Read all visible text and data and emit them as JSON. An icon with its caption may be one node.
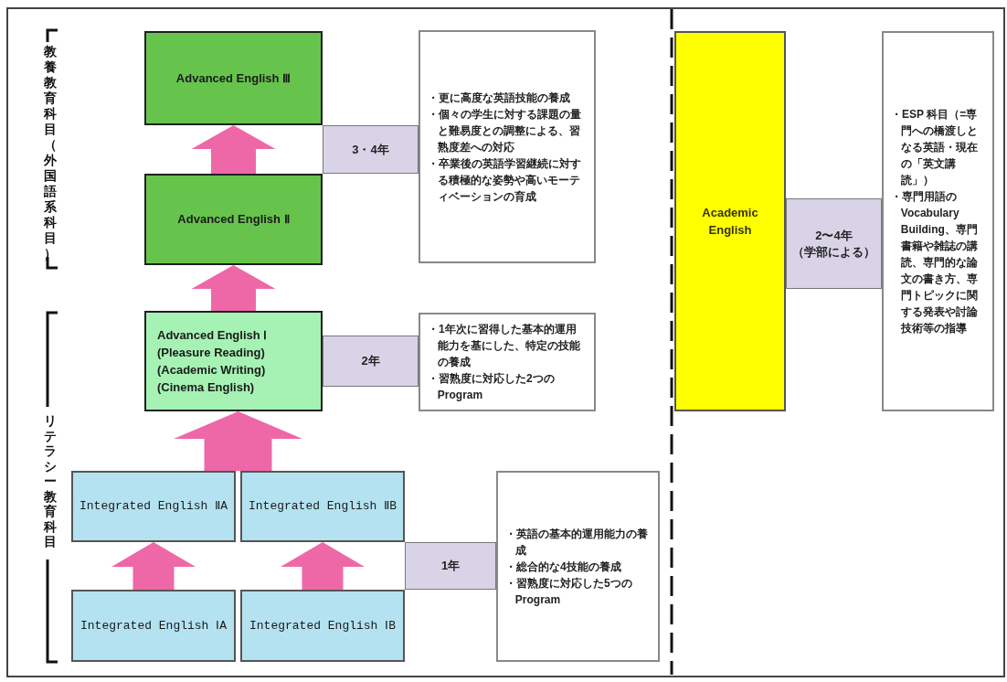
{
  "diagram": {
    "nodes": [
      {
        "text": [
          "Advanced English Ⅲ"
        ]
      },
      {
        "text": [
          "Advanced English Ⅱ"
        ]
      },
      {
        "text": [
          "Advanced English Ⅰ",
          "(Pleasure Reading)",
          "(Academic Writing)",
          "(Cinema English)"
        ]
      },
      {
        "text": [
          "Integrated English ⅡA"
        ]
      },
      {
        "text": [
          "Integrated English ⅡB"
        ]
      },
      {
        "text": [
          "Integrated English ⅠA"
        ]
      },
      {
        "text": [
          "Integrated English ⅠB"
        ]
      },
      {
        "text": [
          "3・4年"
        ]
      },
      {
        "text": [
          "2年"
        ]
      },
      {
        "text": [
          "1年"
        ]
      },
      {
        "text": [
          "・更に高度な英語技能の養成",
          "・個々の学生に対する課題の量と難易度との調整による、習熟度差への対応",
          "・卒業後の英語学習継続に対する積極的な姿勢や高いモーティベーションの育成"
        ]
      },
      {
        "text": [
          "・1年次に習得した基本的運用能力を基にした、特定の技能の養成",
          "・習熟度に対応した2つのProgram"
        ]
      },
      {
        "text": [
          "・英語の基本的運用能力の養成",
          "・総合的な4技能の養成",
          "・習熟度に対応した5つの Program"
        ]
      },
      {
        "text": [
          "Academic English"
        ]
      },
      {
        "text": [
          "2〜4年",
          "（学部による）"
        ]
      },
      {
        "text": [
          "・ESP 科目（=専門への橋渡しとなる英語・現在の「英文講読」）",
          "・専門用語の Vocabulary Building、専門書籍や雑誌の講読、専門的な論文の書き方、専門トピックに関する発表や討論技術等の指導"
        ]
      }
    ],
    "edges": [
      {
        "from": 1,
        "to": 0,
        "arrow": "to"
      },
      {
        "from": 2,
        "to": 1,
        "arrow": "to"
      },
      {
        "from": 3,
        "to": 2,
        "arrow": "to"
      },
      {
        "from": 4,
        "to": 2,
        "arrow": "to"
      },
      {
        "from": 5,
        "to": 3,
        "arrow": "to"
      },
      {
        "from": 6,
        "to": 4,
        "arrow": "to"
      }
    ],
    "labels": [
      "教養教育科目（外国語系科目）",
      "リテラシー教育科目"
    ]
  }
}
